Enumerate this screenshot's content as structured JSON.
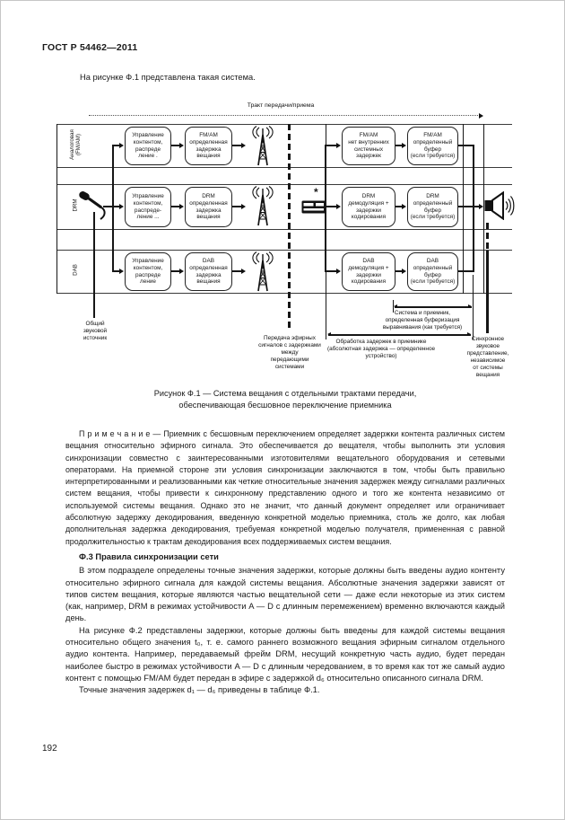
{
  "colors": {
    "ink": "#1a1a1a",
    "paper": "#ffffff"
  },
  "page": {
    "header": "ГОСТ Р 54462—2011",
    "intro": "На рисунке Ф.1 представлена такая система.",
    "caption_line1": "Рисунок Ф.1 — Система вещания с отдельными трактами передачи,",
    "caption_line2": "обеспечивающая бесшовное переключение приемника",
    "note": "П р и м е ч а н и е — Приемник с бесшовным переключением определяет задержки контента различных систем вещания относительно эфирного сигнала. Это обеспечивается до вещателя, чтобы выполнить эти условия синхронизации совместно с заинтересованными изготовителями вещательного оборудования и сетевыми операторами. На приемной стороне эти условия синхронизации заключаются в том, чтобы быть правильно интерпретированными и реализованными как четкие относительные значения задержек между сигналами различных систем вещания, чтобы привести к синхронному представлению одного и того же контента независимо от используемой системы вещания. Однако это не значит, что данный документ определяет или ограничивает абсолютную задержку декодирования, введенную конкретной моделью приемника, столь же долго, как любая дополнительная задержка декодирования, требуемая конкретной моделью получателя, примененная с равной продолжительностью к трактам декодирования всех поддерживаемых систем вещания.",
    "section_heading": "Ф.3 Правила синхронизации сети",
    "para1": "В этом подразделе определены точные значения задержки, которые должны быть введены аудио контенту относительно эфирного сигнала для каждой системы вещания. Абсолютные значения задержки зависят от типов систем вещания, которые являются частью вещательной сети — даже если некоторые из этих систем (как, например, DRM в режимах устойчивости A — D с длинным перемежением) временно включаются каждый день.",
    "para2": "На рисунке Ф.2 представлены задержки, которые должны быть введены для каждой системы вещания относительно общего значения t₀, т. е. самого раннего возможного вещания эфирным сигналом отдельного аудио контента. Например, передаваемый фрейм DRM, несущий конкретную часть аудио, будет передан наиболее быстро в режимах  устойчивости A — D с длинным чередованием, в то время как тот же самый аудио контент с помощью FM/AM будет передан в эфире с задержкой d₆ относительно описанного сигнала DRM.",
    "para3": "Точные значения задержек d₁ — d₆ приведены в таблице Ф.1.",
    "page_number": "192"
  },
  "diagram": {
    "path_label": "Тракт передачи/приема",
    "receiver_marker": "*",
    "lanes": [
      {
        "label": "Аналоговая\n(FM/AM)",
        "tx_control": "Управление\nконтентом,\nраспреде\nление .",
        "tx_delay": "FM/AM\nопределенная\nзадержка\nвещания",
        "rx_demod": "FM/AM\nнет внутренних\nсистемных\nзадержек",
        "rx_buffer": "FM/AM\nопределенный\nбуфер\n(если требуется)"
      },
      {
        "label": "DRM",
        "tx_control": "Управление\nконтентом,\nраспреде-\nление ...",
        "tx_delay": "DRM\nопределенная\nзадержка\nвещания",
        "rx_demod": "DRM\nдемодуляция +\nзадержки\nкодирования",
        "rx_buffer": "DRM\nопределенный\nбуфер\n(если требуется)"
      },
      {
        "label": "DAB",
        "tx_control": "Управление\nконтентом,\nраспреде\nление",
        "tx_delay": "DAB\nопределенная\nзадержка\nвещания",
        "rx_demod": "DAB\nдемодуляция +\nзадержки\nкодирования",
        "rx_buffer": "DAB\nопределенный\nбуфер\n(если требуется)"
      }
    ],
    "annotations": {
      "source": "Общий\nзвуковой\nисточник",
      "transmission": "Передача эфирных\nсигналов с задержками\nмежду\nпередающими\nсистемами",
      "system_buffer": "Система и приемник,\nопределенная буферизация\nвыравнивания (как требуется)",
      "rx_processing": "Обработка задержек в приемнике\n(абсолютная задержка — определенное\nустройство)",
      "sync_output": "Синхронное\nзвуковое\nпредставление,\nнезависимое\nот системы\nвещания"
    }
  }
}
